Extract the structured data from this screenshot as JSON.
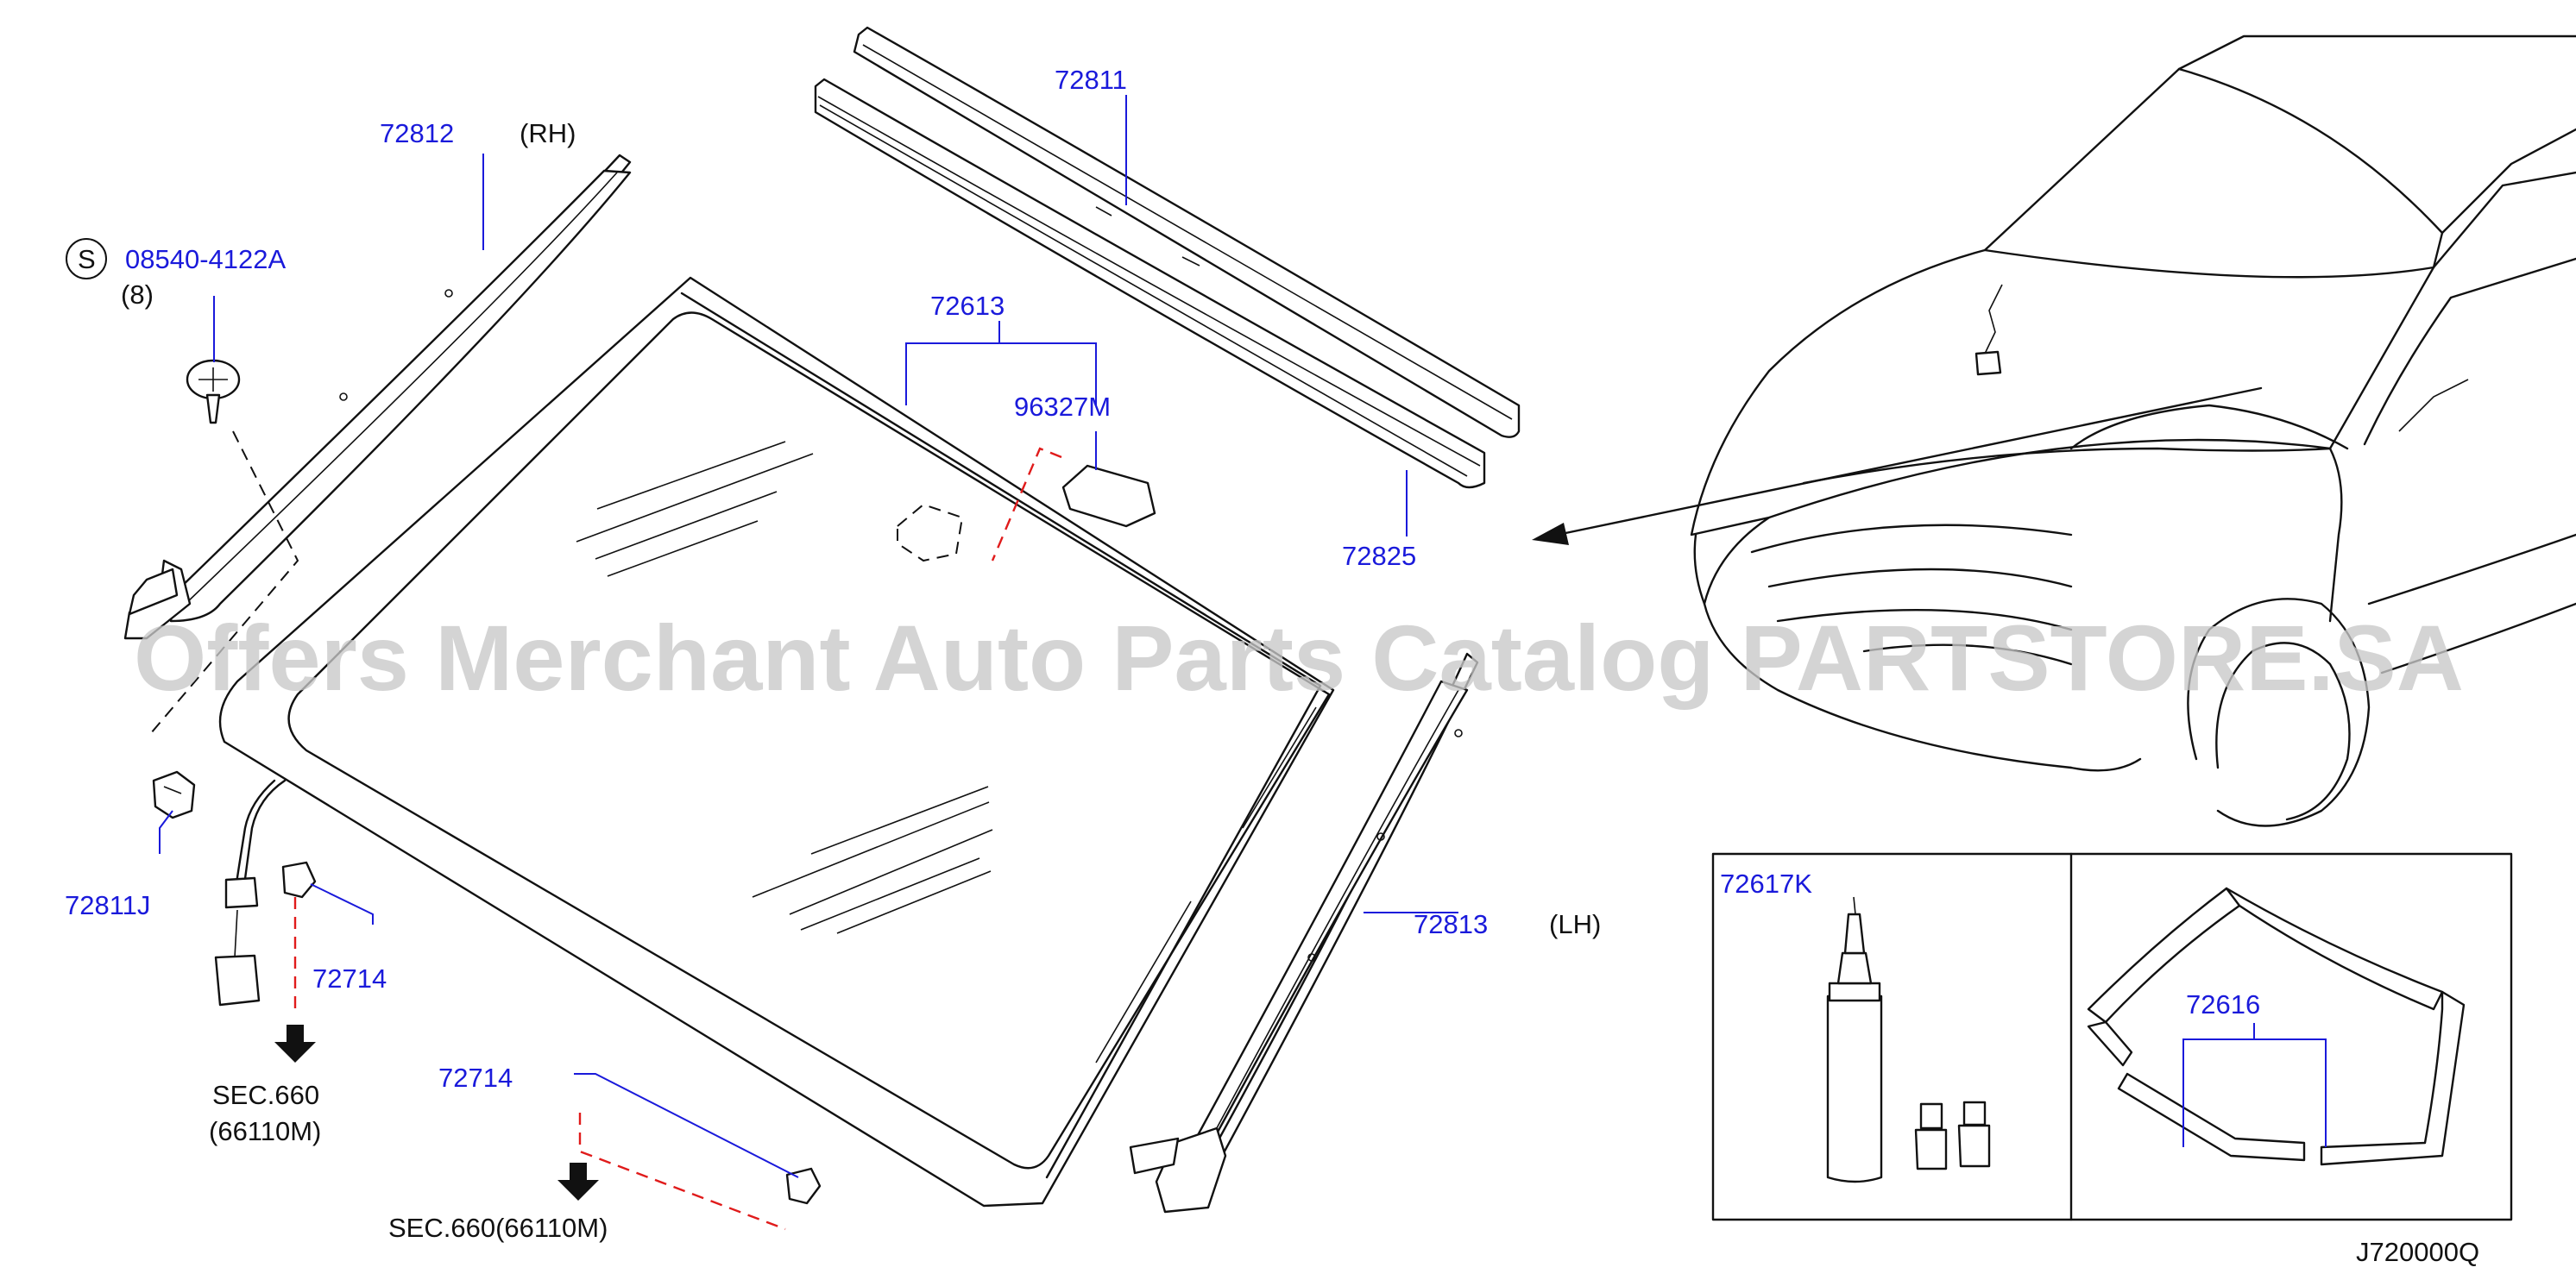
{
  "labels": {
    "p72812": "72812",
    "rh": "(RH)",
    "screw_no": "08540-4122A",
    "screw_s": "S",
    "screw_qty": "(8)",
    "p72811": "72811",
    "p72613": "72613",
    "p96327m": "96327M",
    "p72825": "72825",
    "p72811j": "72811J",
    "p72714a": "72714",
    "p72714b": "72714",
    "p72813": "72813",
    "lh": "(LH)",
    "sec1_a": "SEC.660",
    "sec1_b": "(66110M)",
    "sec2": "SEC.660(66110M)",
    "p72617k": "72617K",
    "p72616": "72616",
    "diagram_code": "J720000Q"
  },
  "watermark": "Offers Merchant Auto Parts Catalog PARTSTORE.SA",
  "colors": {
    "part_number": "#1a1adb",
    "guide_dash": "#e01b1b",
    "watermark": "#c8c8c8"
  }
}
